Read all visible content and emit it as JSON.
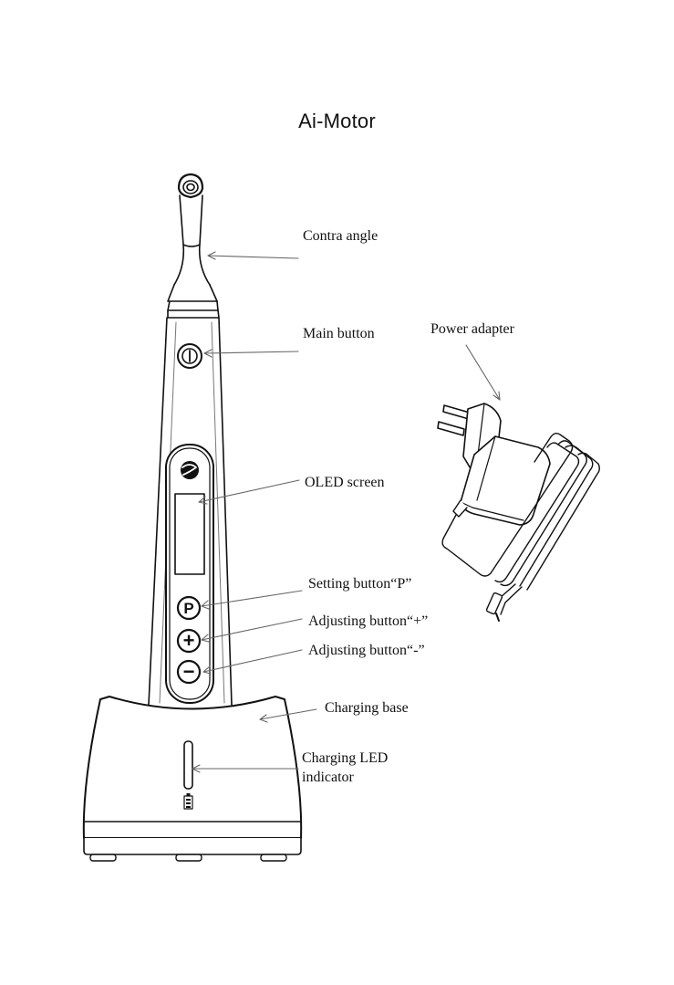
{
  "title": "Ai-Motor",
  "labels": {
    "contra_angle": "Contra angle",
    "main_button": "Main button",
    "power_adapter": "Power adapter",
    "oled_screen": "OLED screen",
    "setting_button": "Setting button“P”",
    "adjusting_plus": "Adjusting button“+”",
    "adjusting_minus": "Adjusting button“-”",
    "charging_base": "Charging base",
    "charging_led_line1": "Charging LED",
    "charging_led_line2": "indicator"
  },
  "button_glyphs": {
    "p": "P",
    "plus": "+",
    "minus": "−"
  },
  "colors": {
    "stroke": "#111111",
    "leader": "#666666",
    "text": "#111111"
  }
}
